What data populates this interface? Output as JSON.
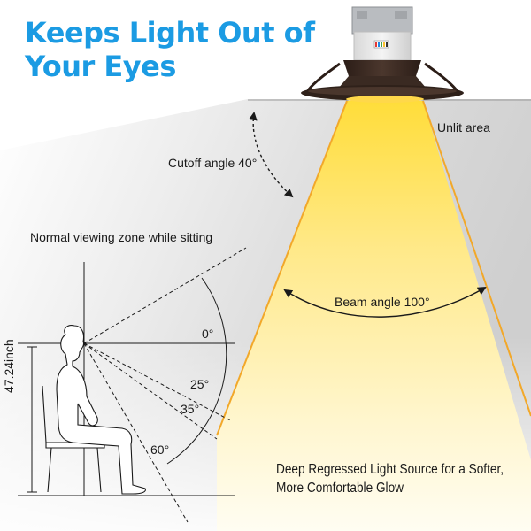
{
  "headline": {
    "line1": "Keeps Light Out of",
    "line2": "Your Eyes"
  },
  "labels": {
    "unlit_area": "Unlit area",
    "cutoff_angle": "Cutoff angle 40°",
    "viewing_zone": "Normal viewing zone while sitting",
    "beam_angle": "Beam angle 100°",
    "angle_0": "0°",
    "angle_25": "25°",
    "angle_35": "35°",
    "angle_60": "60°",
    "height": "47.24inch"
  },
  "caption": {
    "line1": "Deep Regressed Light Source for a Softer,",
    "line2": "More Comfortable Glow"
  },
  "fixture": {
    "housing_label_icon": "wiring-label-icon",
    "bezel_color": "#3a2a22"
  },
  "colors": {
    "headline": "#1b9be3",
    "beam_edge": "#f2a82a",
    "beam_core": "#ffe05a",
    "beam_fade": "#fffbe6"
  }
}
